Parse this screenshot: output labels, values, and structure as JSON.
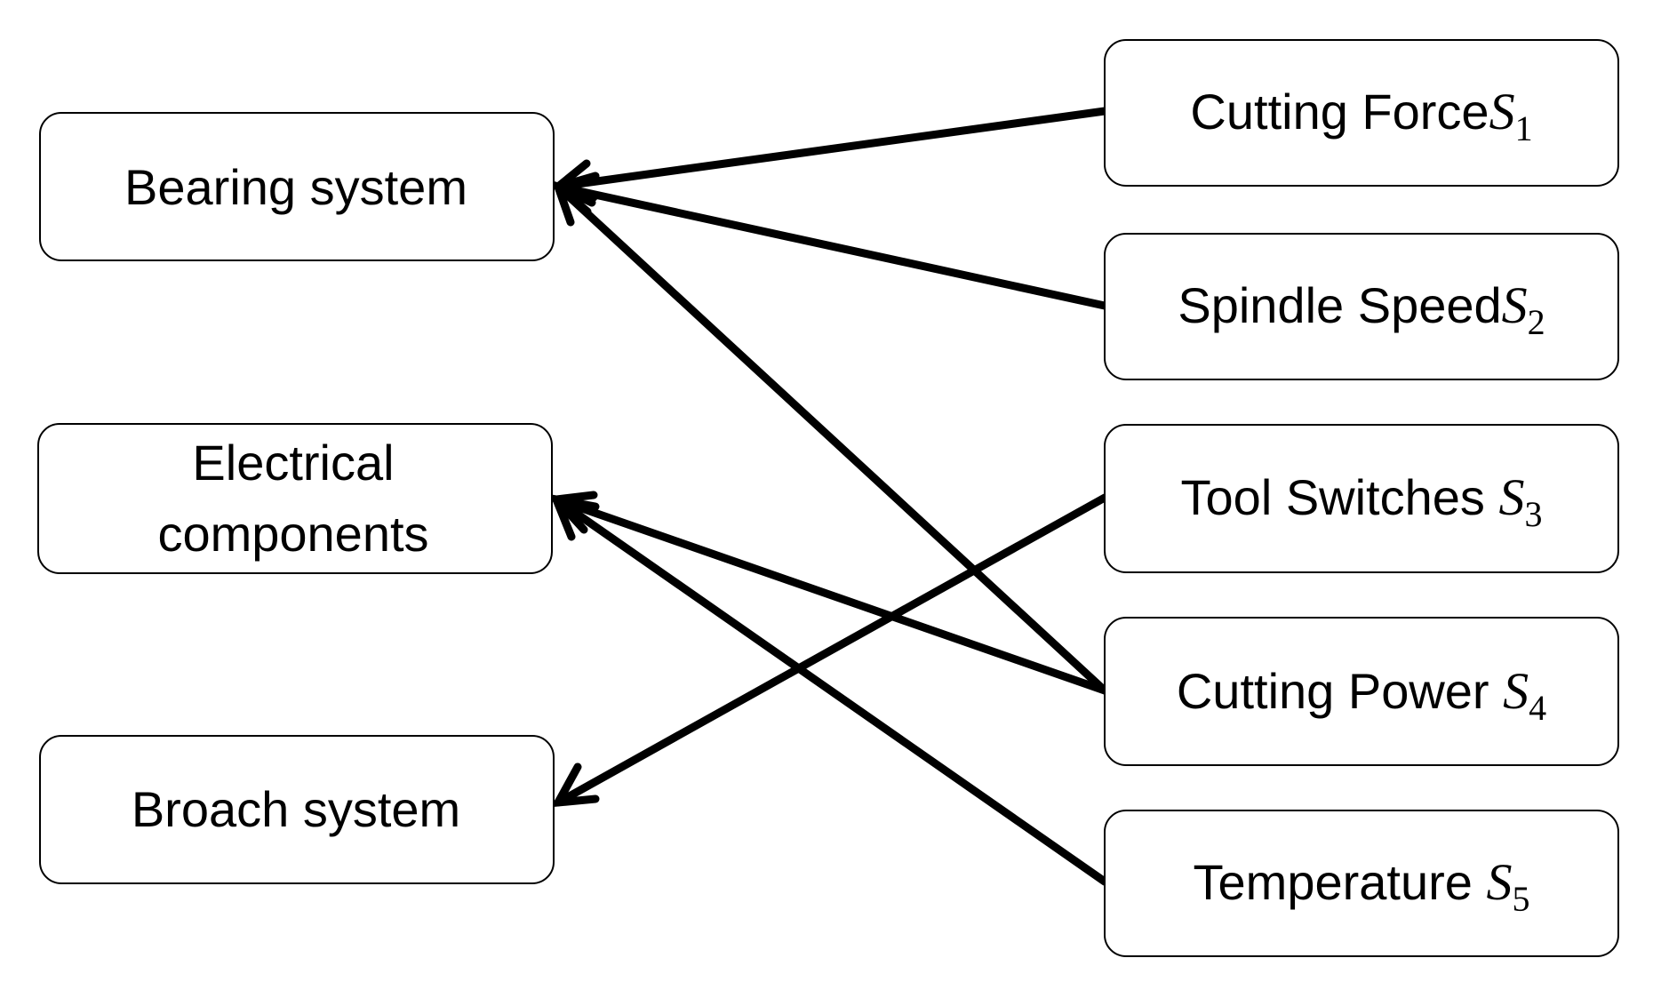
{
  "targets": [
    {
      "id": "bearing",
      "lines": [
        "Bearing system"
      ]
    },
    {
      "id": "electrical",
      "lines": [
        "Electrical",
        "components"
      ]
    },
    {
      "id": "broach",
      "lines": [
        "Broach system"
      ]
    }
  ],
  "sources": [
    {
      "id": "s1",
      "label": "Cutting Force",
      "symbol": "S",
      "subscript": "1"
    },
    {
      "id": "s2",
      "label": "Spindle Speed",
      "symbol": "S",
      "subscript": "2"
    },
    {
      "id": "s3",
      "label": "Tool Switches ",
      "symbol": "S",
      "subscript": "3"
    },
    {
      "id": "s4",
      "label": "Cutting Power ",
      "symbol": "S",
      "subscript": "4"
    },
    {
      "id": "s5",
      "label": "Temperature ",
      "symbol": "S",
      "subscript": "5"
    }
  ],
  "edges": [
    {
      "from": "s1",
      "to": "bearing"
    },
    {
      "from": "s2",
      "to": "bearing"
    },
    {
      "from": "s4",
      "to": "bearing"
    },
    {
      "from": "s4",
      "to": "electrical"
    },
    {
      "from": "s5",
      "to": "electrical"
    },
    {
      "from": "s3",
      "to": "broach"
    }
  ]
}
